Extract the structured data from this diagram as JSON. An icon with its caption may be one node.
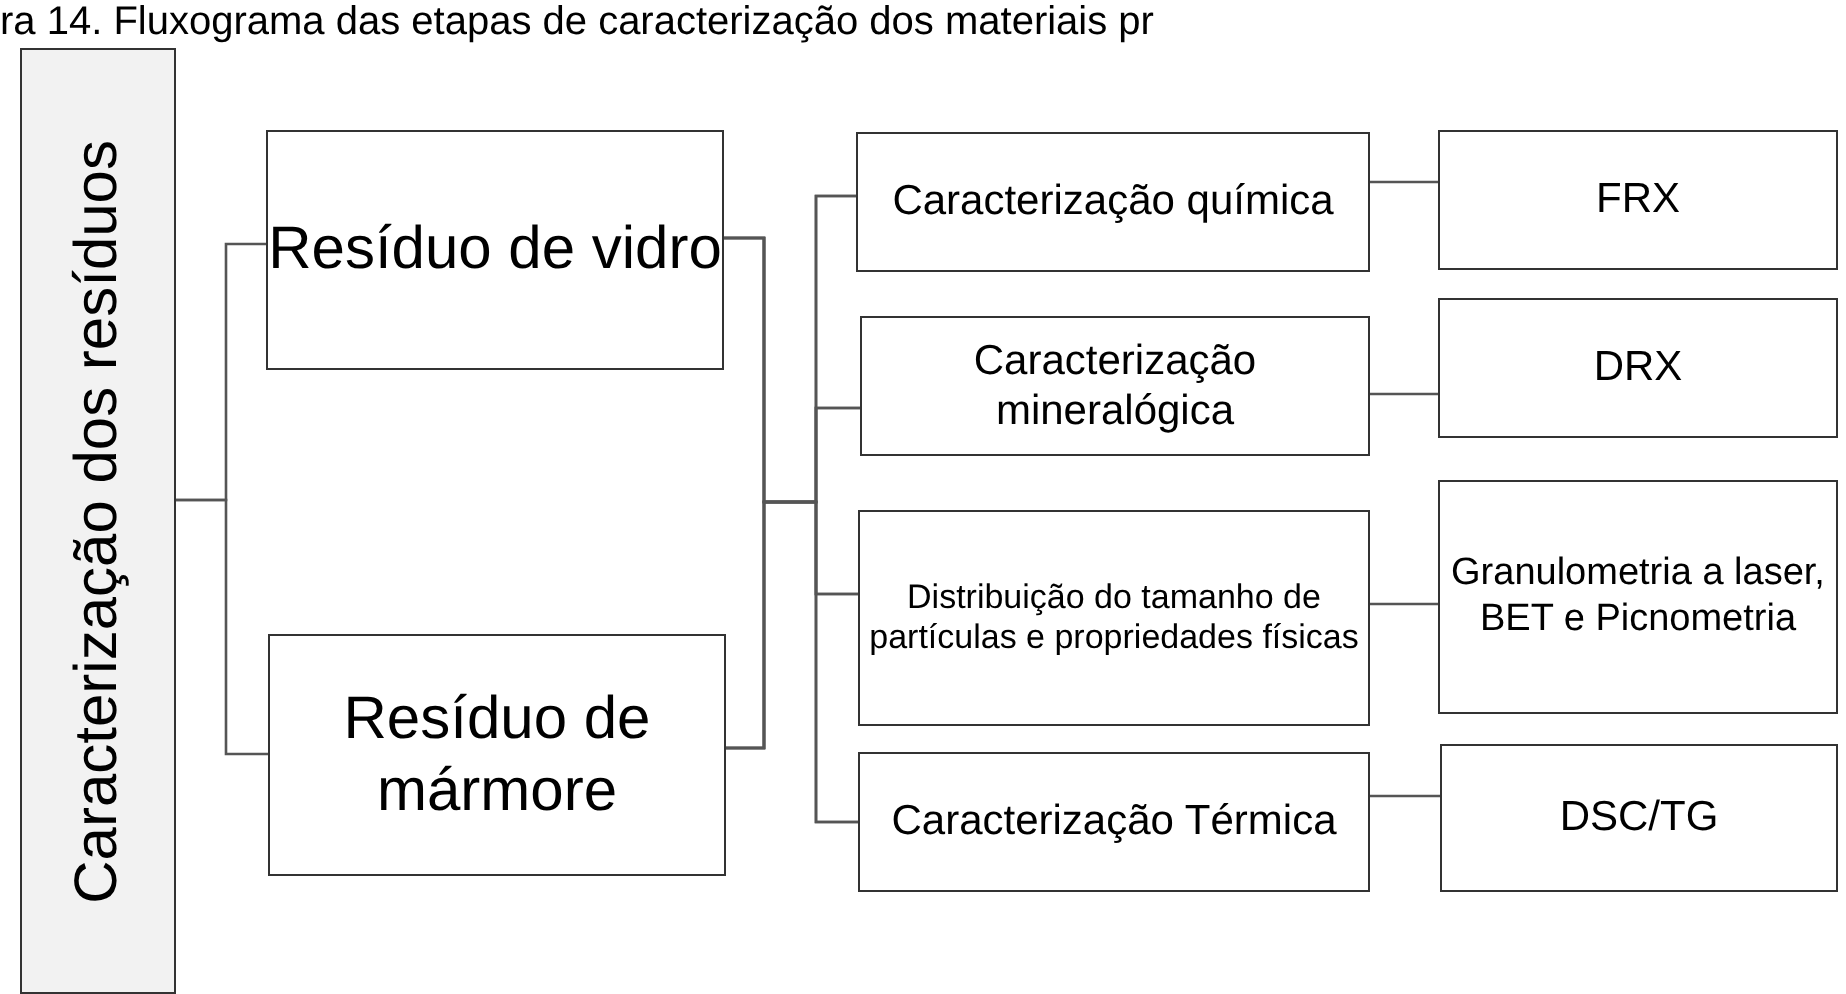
{
  "diagram": {
    "title": "ra 14. Fluxograma das etapas de caracterização dos materiais pr",
    "nodes": [
      {
        "text": [
          "Caracterização dos resíduos"
        ]
      },
      {
        "text": [
          "Resíduo de vidro"
        ]
      },
      {
        "text": [
          "Resíduo de mármore"
        ]
      },
      {
        "text": [
          "Caracterização química"
        ]
      },
      {
        "text": [
          "Caracterização mineralógica"
        ]
      },
      {
        "text": [
          "Distribuição do tamanho de partículas e propriedades físicas"
        ]
      },
      {
        "text": [
          "Caracterização Térmica"
        ]
      },
      {
        "text": [
          "FRX"
        ]
      },
      {
        "text": [
          "DRX"
        ]
      },
      {
        "text": [
          "Granulometria a laser, BET e Picnometria"
        ]
      },
      {
        "text": [
          "DSC/TG"
        ]
      }
    ],
    "edges": [
      {
        "from": 0,
        "to": 1,
        "arrow": "none"
      },
      {
        "from": 0,
        "to": 2,
        "arrow": "none"
      },
      {
        "from": 1,
        "to": 3,
        "arrow": "none"
      },
      {
        "from": 1,
        "to": 4,
        "arrow": "none"
      },
      {
        "from": 1,
        "to": 5,
        "arrow": "none"
      },
      {
        "from": 1,
        "to": 6,
        "arrow": "none"
      },
      {
        "from": 2,
        "to": 3,
        "arrow": "none"
      },
      {
        "from": 2,
        "to": 4,
        "arrow": "none"
      },
      {
        "from": 2,
        "to": 5,
        "arrow": "none"
      },
      {
        "from": 2,
        "to": 6,
        "arrow": "none"
      },
      {
        "from": 3,
        "to": 7,
        "arrow": "none"
      },
      {
        "from": 4,
        "to": 8,
        "arrow": "none"
      },
      {
        "from": 5,
        "to": 9,
        "arrow": "none"
      },
      {
        "from": 6,
        "to": 10,
        "arrow": "none"
      }
    ]
  }
}
